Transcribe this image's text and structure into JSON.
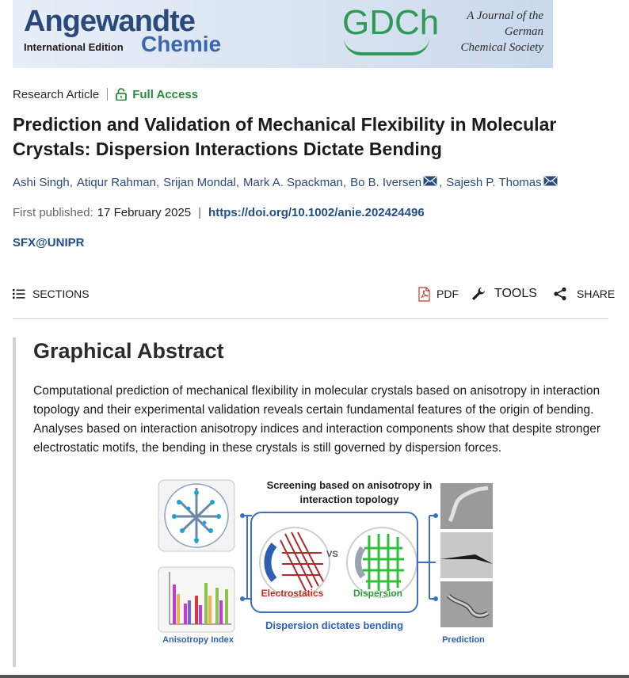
{
  "banner": {
    "journal_name": "Angewandte",
    "edition": "International Edition",
    "chemie": "Chemie",
    "society_logo": "GDCh",
    "society_caption_line1": "A Journal of the",
    "society_caption_line2": "German",
    "society_caption_line3": "Chemical Society"
  },
  "article": {
    "type": "Research Article",
    "access": "Full Access",
    "title": "Prediction and Validation of Mechanical Flexibility in Molecular Crystals: Dispersion Interactions Dictate Bending",
    "authors": [
      {
        "name": "Ashi Singh",
        "email": false
      },
      {
        "name": "Atiqur Rahman",
        "email": false
      },
      {
        "name": "Srijan Mondal",
        "email": false
      },
      {
        "name": "Mark A. Spackman",
        "email": false
      },
      {
        "name": "Bo B. Iversen",
        "email": true
      },
      {
        "name": "Sajesh P. Thomas",
        "email": true
      }
    ],
    "first_published_label": "First published:",
    "first_published_date": "17 February 2025",
    "separator": "|",
    "doi": "https://doi.org/10.1002/anie.202424496",
    "sfx": "SFX@UNIPR"
  },
  "toolbar": {
    "sections": "Sections",
    "pdf": "PDF",
    "tools": "Tools",
    "share": "Share"
  },
  "graphical_abstract": {
    "heading": "Graphical Abstract",
    "text": "Computational prediction of mechanical flexibility in molecular crystals based on anisotropy in interaction topology and their experimental validation reveals certain fundamental features of the origin of bending. Analyses based on interaction anisotropy indices and interaction components show that despite stronger electrostatic motifs, the bending in these crystals is still governed by dispersion forces.",
    "figure": {
      "heading_line1": "Screening based on anisotropy in",
      "heading_line2": "interaction topology",
      "electrostatics": "Electrostatics",
      "vs": "VS",
      "dispersion": "Dispersion",
      "bottom_caption": "Dispersion dictates bending",
      "left_caption": "Anisotropy Index",
      "right_caption": "Prediction"
    }
  },
  "colors": {
    "link": "#1f4f8b",
    "access_green": "#2b8a3e",
    "electrostatics_red": "#d0271d",
    "dispersion_green": "#2e9e3a",
    "figure_blue": "#2d62b8"
  }
}
